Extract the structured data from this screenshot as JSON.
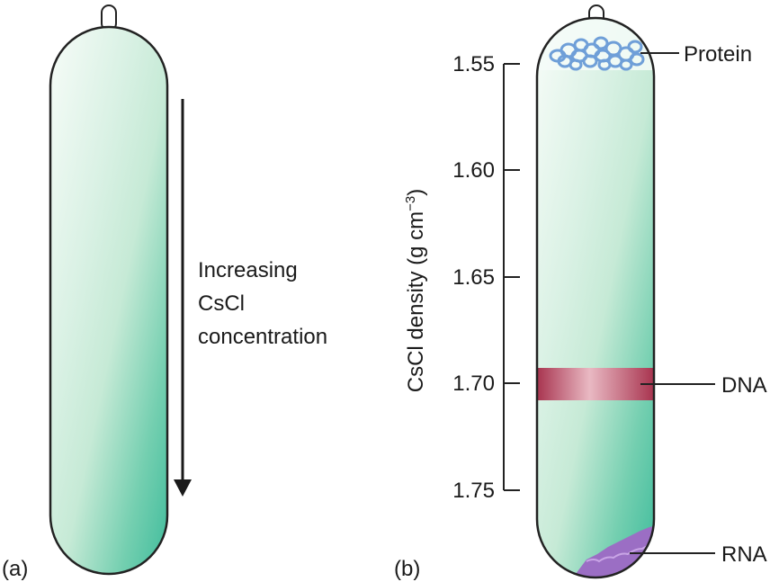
{
  "panel_a": {
    "label": "(a)",
    "arrow_text": [
      "Increasing",
      "CsCl",
      "concentration"
    ]
  },
  "panel_b": {
    "label": "(b)",
    "axis_label": "CsCl density (g cm",
    "axis_label_exp": "−3",
    "axis_label_close": ")",
    "ticks": [
      "1.55",
      "1.60",
      "1.65",
      "1.70",
      "1.75"
    ],
    "bands": {
      "protein": "Protein",
      "dna": "DNA",
      "rna": "RNA"
    }
  },
  "colors": {
    "tube_outline": "#222222",
    "tube_fill_light": "#f2faf4",
    "tube_fill_dark": "#3fbc9c",
    "dna_band": "#b3415a",
    "protein_coil": "#6f9fd8",
    "rna_blob": "#9b6ec4"
  }
}
